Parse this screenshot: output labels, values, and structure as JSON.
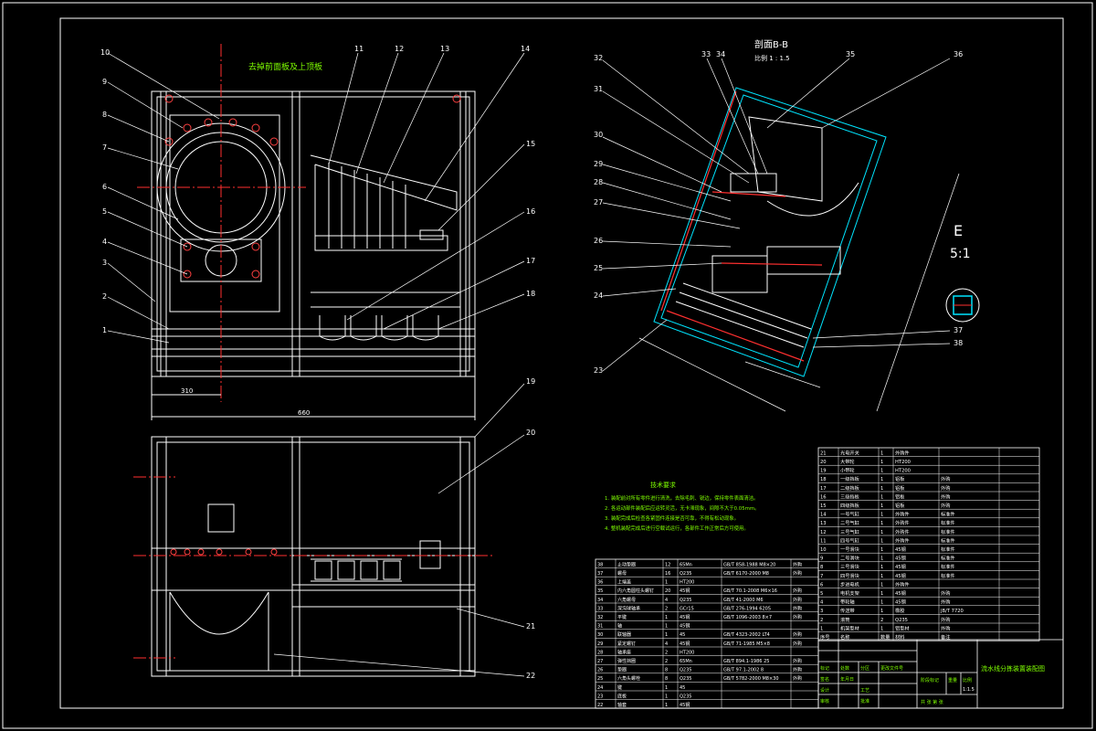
{
  "drawing": {
    "front_view_title": "去掉前面板及上顶板",
    "section_title": "剖面B-B",
    "section_scale": "比例 1 : 1.5",
    "detail_label": "E",
    "detail_scale": "5:1",
    "top_dimension": "660",
    "left_dimension": "310",
    "tech_title": "技术要求",
    "tech_requirements": [
      "1. 装配前对所有零件进行清洗，去除毛刺、锐边，保持零件表面清洁。",
      "2. 各运动部件装配后应运转灵活，无卡滞现象，间隙不大于0.05mm。",
      "3. 装配完成后检查各紧固件连接是否可靠，不得有松动现象。",
      "4. 整机装配完成后进行空载试运行，各部件工作正常后方可使用。"
    ],
    "title_block_name": "流水线分拣装置装配图",
    "title_block_scale": "1:1.5",
    "balloons_left": [
      "10",
      "9",
      "8",
      "7",
      "6",
      "5",
      "4",
      "3",
      "2",
      "1"
    ],
    "balloons_top": [
      "11",
      "12",
      "13",
      "14"
    ],
    "balloons_right": [
      "15",
      "16",
      "17",
      "18"
    ],
    "balloons_lower": [
      "19",
      "20",
      "21",
      "22"
    ],
    "balloons_section_left": [
      "32",
      "31",
      "30",
      "29",
      "28",
      "27",
      "26",
      "25",
      "24",
      "23"
    ],
    "balloons_section_top": [
      "33",
      "34",
      "35",
      "36"
    ],
    "balloons_section_right": [
      "37",
      "38"
    ]
  },
  "parts_right": [
    [
      "21",
      "光电开关",
      "1",
      "外购件",
      ""
    ],
    [
      "20",
      "大带轮",
      "1",
      "HT200",
      ""
    ],
    [
      "19",
      "小带轮",
      "1",
      "HT200",
      ""
    ],
    [
      "18",
      "一级挡板",
      "1",
      "铝板",
      "外购"
    ],
    [
      "17",
      "二级挡板",
      "1",
      "铝板",
      "外购"
    ],
    [
      "16",
      "三级挡板",
      "1",
      "铝板",
      "外购"
    ],
    [
      "15",
      "四级挡板",
      "1",
      "铝板",
      "外购"
    ],
    [
      "14",
      "一号气缸",
      "1",
      "外购件",
      "标准件"
    ],
    [
      "13",
      "二号气缸",
      "1",
      "外购件",
      "标准件"
    ],
    [
      "12",
      "三号气缸",
      "1",
      "外购件",
      "标准件"
    ],
    [
      "11",
      "四号气缸",
      "1",
      "外购件",
      "标准件"
    ],
    [
      "10",
      "一号滑块",
      "1",
      "45钢",
      "标准件"
    ],
    [
      "9",
      "二号滑块",
      "1",
      "45钢",
      "标准件"
    ],
    [
      "8",
      "三号滑块",
      "1",
      "45钢",
      "标准件"
    ],
    [
      "7",
      "四号滑块",
      "1",
      "45钢",
      "标准件"
    ],
    [
      "6",
      "步进电机",
      "1",
      "外购件",
      ""
    ],
    [
      "5",
      "电机支架",
      "1",
      "45钢",
      "外购"
    ],
    [
      "4",
      "带轮轴",
      "1",
      "45钢",
      "外购"
    ],
    [
      "3",
      "传送带",
      "1",
      "橡胶",
      "JB/T 7720"
    ],
    [
      "2",
      "滚筒",
      "2",
      "Q235",
      "外购"
    ],
    [
      "1",
      "机架型材",
      "1",
      "铝型材",
      "外购"
    ]
  ],
  "parts_right_header": [
    "序号",
    "名称",
    "数量",
    "材料",
    "备注"
  ],
  "parts_left": [
    [
      "38",
      "止动垫圈",
      "12",
      "65Mn",
      "GB/T 858-1988 M8×20",
      "外购"
    ],
    [
      "37",
      "螺母",
      "16",
      "Q235",
      "GB/T 6170-2000 M8",
      "外购"
    ],
    [
      "36",
      "上端盖",
      "1",
      "HT200",
      "",
      ""
    ],
    [
      "35",
      "内六角圆柱头螺钉",
      "20",
      "45钢",
      "GB/T 70.1-2008 M6×16",
      "外购"
    ],
    [
      "34",
      "六角螺母",
      "4",
      "Q235",
      "GB/T 41-2000 M6",
      "外购"
    ],
    [
      "33",
      "深沟球轴承",
      "2",
      "GCr15",
      "GB/T 276-1994 6205",
      "外购"
    ],
    [
      "32",
      "平键",
      "1",
      "45钢",
      "GB/T 1096-2003 8×7",
      "外购"
    ],
    [
      "31",
      "轴",
      "1",
      "45钢",
      "",
      ""
    ],
    [
      "30",
      "联轴器",
      "1",
      "45",
      "GB/T 4323-2002 LT4",
      "外购"
    ],
    [
      "29",
      "紧定螺钉",
      "4",
      "45钢",
      "GB/T 71-1985 M5×8",
      "外购"
    ],
    [
      "28",
      "轴承座",
      "2",
      "HT200",
      "",
      ""
    ],
    [
      "27",
      "弹性挡圈",
      "2",
      "65Mn",
      "GB/T 894.1-1986 25",
      "外购"
    ],
    [
      "26",
      "垫圈",
      "8",
      "Q235",
      "GB/T 97.1-2002 8",
      "外购"
    ],
    [
      "25",
      "六角头螺栓",
      "8",
      "Q235",
      "GB/T 5782-2000 M8×30",
      "外购"
    ],
    [
      "24",
      "键",
      "1",
      "45",
      "",
      ""
    ],
    [
      "23",
      "底板",
      "1",
      "Q235",
      "",
      ""
    ],
    [
      "22",
      "轴套",
      "1",
      "45钢",
      "",
      ""
    ]
  ],
  "title_block_rows": [
    "标记",
    "处数",
    "分区",
    "更改文件号",
    "签名",
    "年月日",
    "设计",
    "审核",
    "工艺",
    "批准",
    "阶段标记",
    "重量",
    "比例",
    "共 张 第 张"
  ]
}
